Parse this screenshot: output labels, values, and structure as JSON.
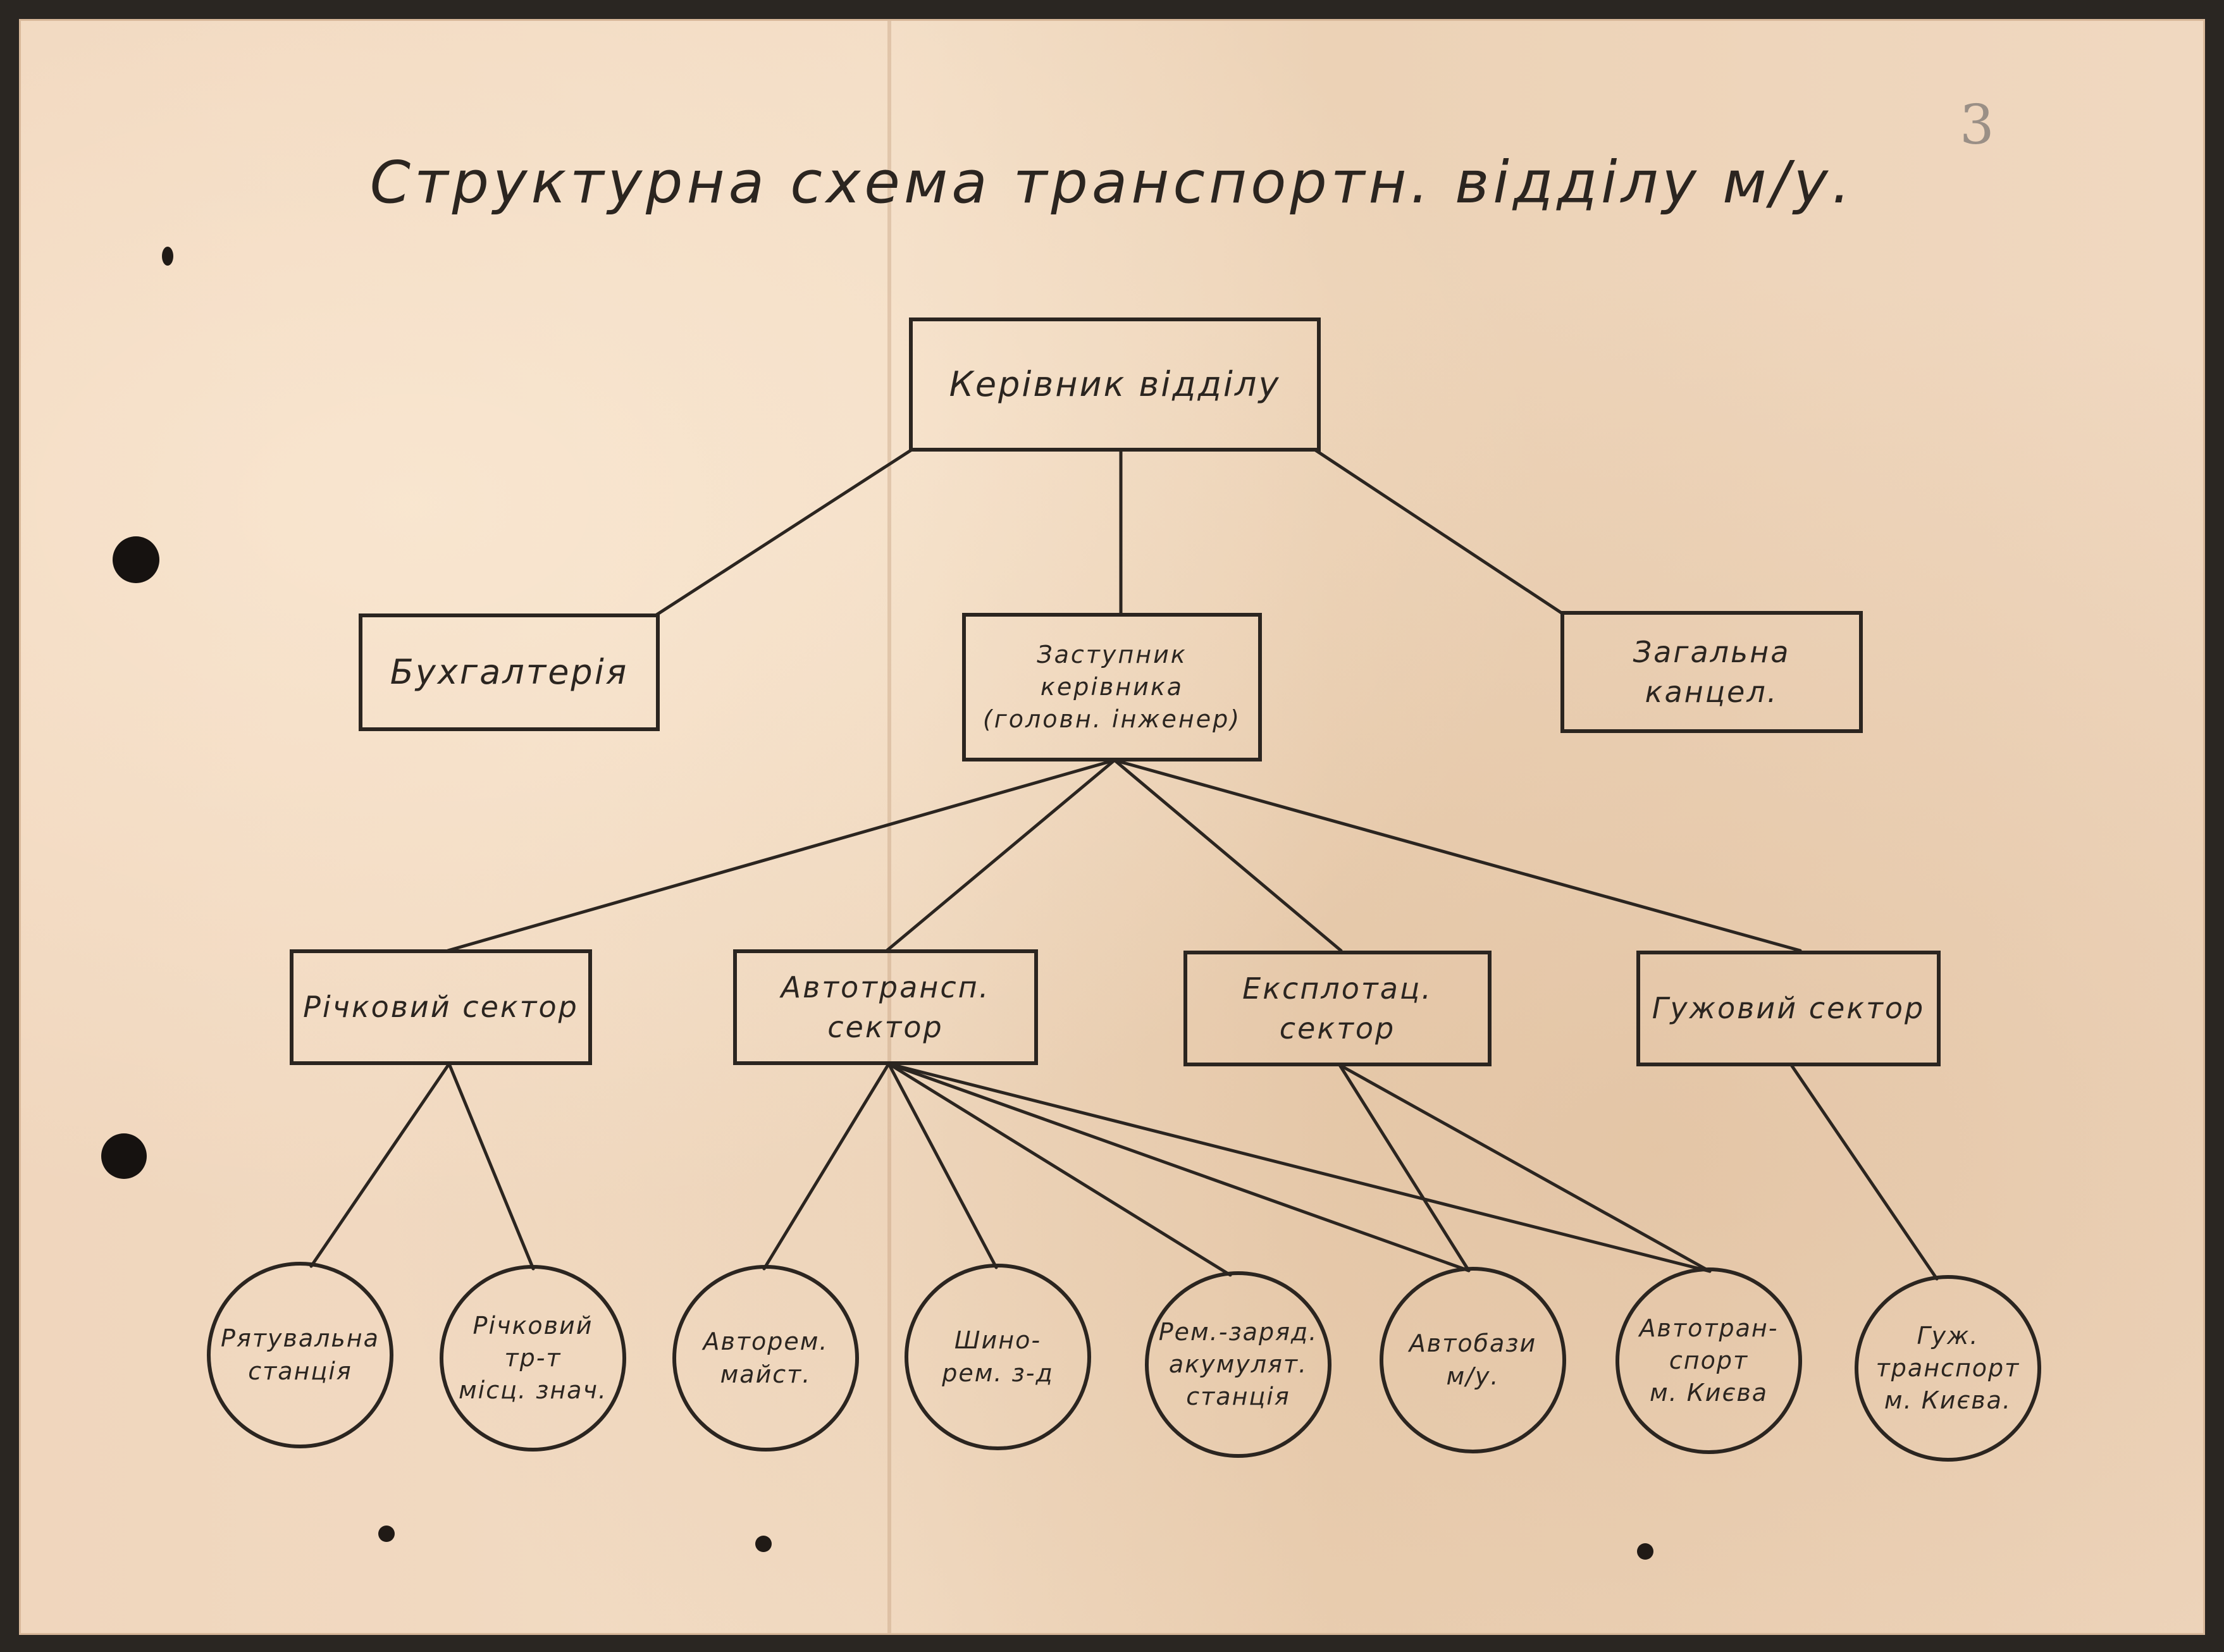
{
  "title": "Структурна схема транспортн. відділу м/у.",
  "page_number": "3",
  "nodes": {
    "head": "Керівник відділу",
    "accounting": "Бухгалтерія",
    "deputy": "Заступник\nкерівника\n(головн. інженер)",
    "chancellery": "Загальна\nканцел.",
    "river_sector": "Річковий сектор",
    "autotransport_sector": "Автотрансп.\nсектор",
    "operations_sector": "Експлотац.\nсектор",
    "horse_sector": "Гужовий сектор",
    "rescue_station": "Рятувальна\nстанція",
    "river_transport_local": "Річковий\nтр-т\nмісц. знач.",
    "auto_repair_workshop": "Авторем.\nмайст.",
    "tire_repair_plant": "Шино-\nрем. з-д",
    "battery_charging_station": "Рем.-заряд.\nакумулят.\nстанція",
    "autobases": "Автобази\nм/у.",
    "kyiv_autotransport": "Автотран-\nспорт\nм. Києва",
    "kyiv_horse_transport": "Гуж.\nтранспорт\nм. Києва."
  }
}
